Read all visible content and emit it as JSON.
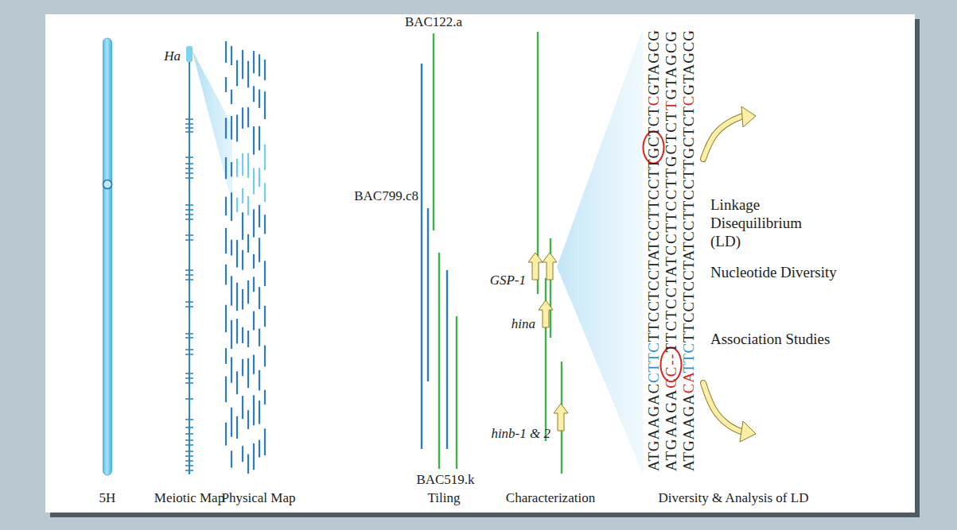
{
  "diagram": {
    "labels": [
      "Ha",
      "BAC122.a",
      "BAC799.c8",
      "GSP-1",
      "hina",
      "hinb-1 & 2",
      "BAC519.k",
      "ATGAAGACCTTCTTCCTCCTATCCTTCCTTGCTCTCGTAGCG",
      "ATGAAGACC--TTCTCCTATCCTTCCTTGCTCTTGTAGCG",
      "ATGAAGACATTCTTCCTCCTATCCTTCCTTGCTCTCGTAGCG",
      "Linkage Disequilibrium (LD)",
      "Nucleotide Diversity",
      "Association Studies",
      "5H",
      "Meiotic Map",
      "Physical Map",
      "Tiling",
      "Characterization",
      "Diversity & Analysis of LD"
    ]
  }
}
